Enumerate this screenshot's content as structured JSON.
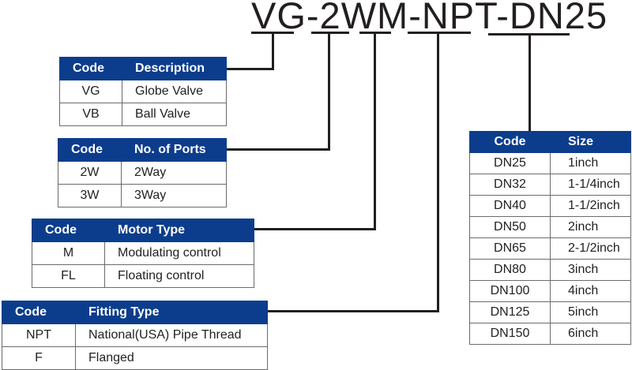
{
  "model_code": "VG-2WM-NPT-DN25",
  "tables": {
    "valve": {
      "headers": [
        "Code",
        "Description"
      ],
      "rows": [
        [
          "VG",
          "Globe Valve"
        ],
        [
          "VB",
          "Ball Valve"
        ]
      ]
    },
    "ports": {
      "headers": [
        "Code",
        "No. of Ports"
      ],
      "rows": [
        [
          "2W",
          "2Way"
        ],
        [
          "3W",
          "3Way"
        ]
      ]
    },
    "motor": {
      "headers": [
        "Code",
        "Motor Type"
      ],
      "rows": [
        [
          "M",
          "Modulating control"
        ],
        [
          "FL",
          "Floating control"
        ]
      ]
    },
    "fitting": {
      "headers": [
        "Code",
        "Fitting Type"
      ],
      "rows": [
        [
          "NPT",
          "National(USA) Pipe Thread"
        ],
        [
          "F",
          "Flanged"
        ]
      ]
    },
    "size": {
      "headers": [
        "Code",
        "Size"
      ],
      "rows": [
        [
          "DN25",
          "1inch"
        ],
        [
          "DN32",
          "1-1/4inch"
        ],
        [
          "DN40",
          "1-1/2inch"
        ],
        [
          "DN50",
          "2inch"
        ],
        [
          "DN65",
          "2-1/2inch"
        ],
        [
          "DN80",
          "3inch"
        ],
        [
          "DN100",
          "4inch"
        ],
        [
          "DN125",
          "5inch"
        ],
        [
          "DN150",
          "6inch"
        ]
      ]
    }
  }
}
